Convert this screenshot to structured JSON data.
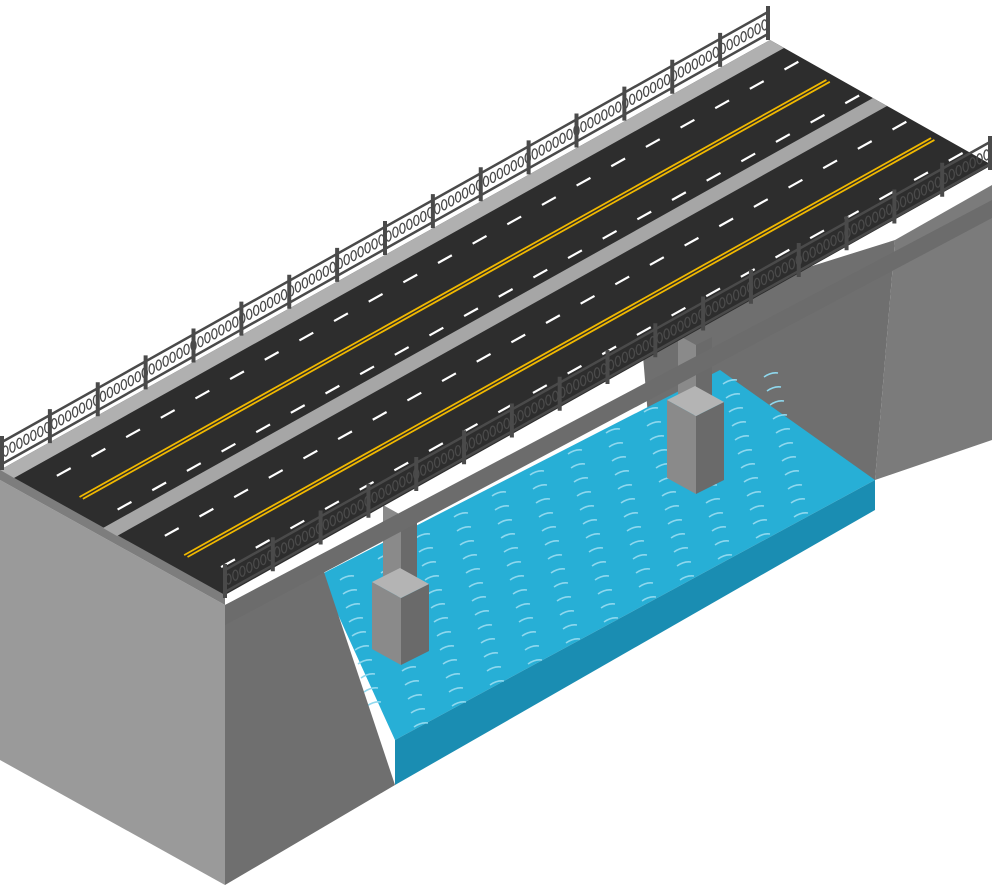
{
  "scene": {
    "subject": "bridge-over-river",
    "style": "isometric",
    "background": "#ffffff"
  },
  "colors": {
    "abutment_front": "#9a9a9a",
    "abutment_side": "#7b7b7b",
    "abutment_inner": "#6f6f6f",
    "deck_edge": "#7d7d7d",
    "deck_bottom": "#6c6c6c",
    "asphalt": "#2d2d2d",
    "median": "#a6a6a6",
    "shoulder": "#b0b0b0",
    "lane_dash": "#ffffff",
    "center_line": "#f0b800",
    "water_top": "#27afd6",
    "water_front": "#1a8db2",
    "wave": "#8fd8ee",
    "pier_front": "#8a8a8a",
    "pier_side": "#6a6a6a",
    "pier_top": "#b4b4b4",
    "railing": "#4a4a4a"
  },
  "road": {
    "carriageways": 2,
    "lanes_per_direction": 2
  },
  "piers": 2
}
